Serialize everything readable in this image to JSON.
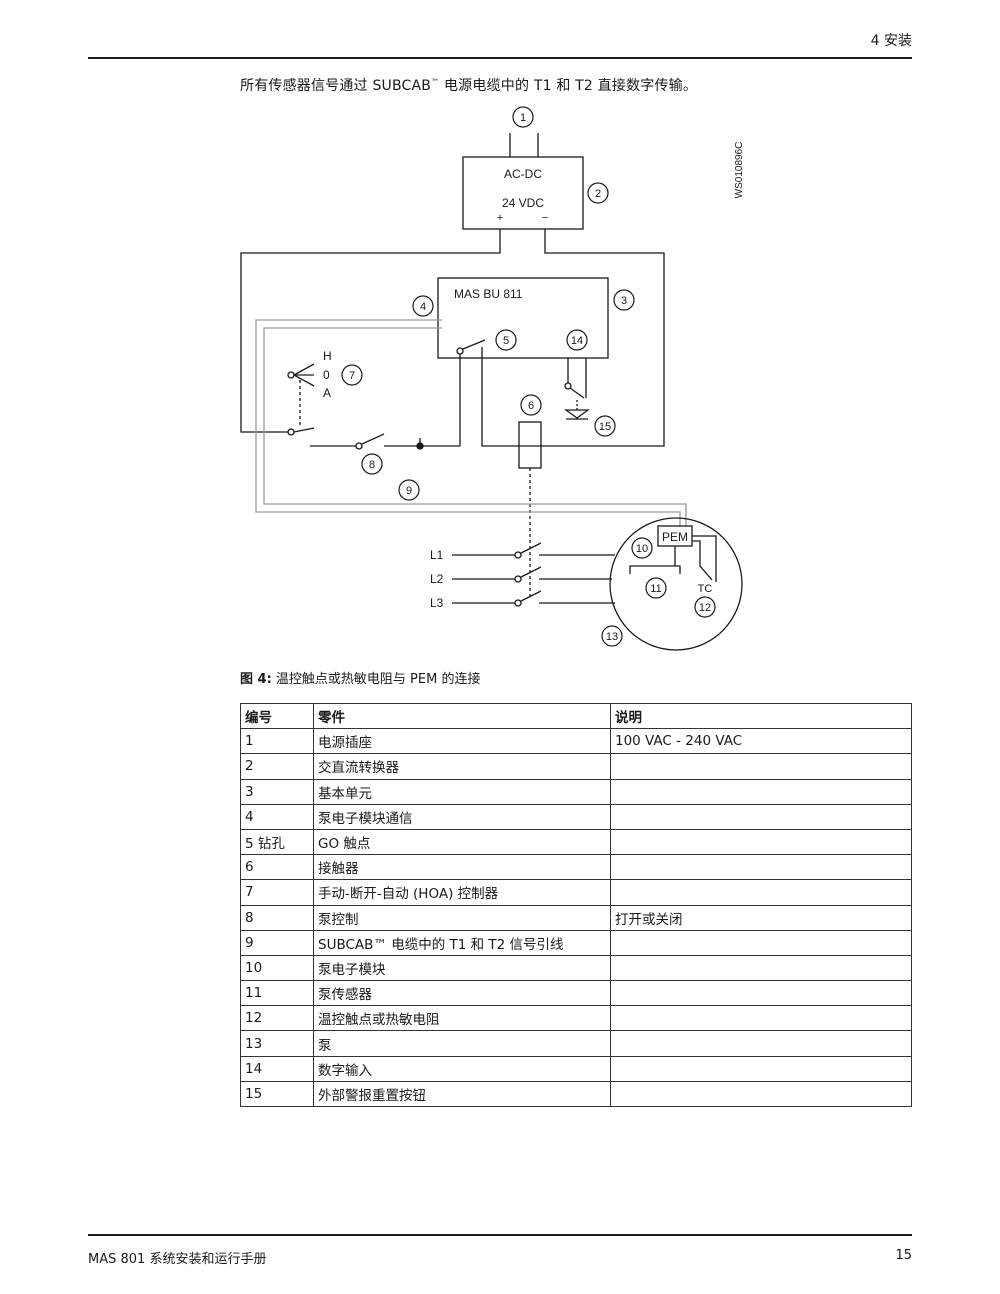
{
  "header": {
    "section": "4  安装"
  },
  "intro": {
    "text_before": "所有传感器信号通过 SUBCAB",
    "tm": "™",
    "text_after": " 电源电缆中的 T1 和 T2 直接数字传输。"
  },
  "diagram": {
    "code": "WS010896C",
    "acdc": "AC-DC",
    "vdc": "24 VDC",
    "plus": "+",
    "minus": "−",
    "controller": "MAS BU 811",
    "hoa": [
      "H",
      "0",
      "A"
    ],
    "phases": [
      "L1",
      "L2",
      "L3"
    ],
    "pem": "PEM",
    "tc": "TC",
    "callouts": [
      "1",
      "2",
      "3",
      "4",
      "5",
      "6",
      "7",
      "8",
      "9",
      "10",
      "11",
      "12",
      "13",
      "14",
      "15"
    ]
  },
  "figure_caption": {
    "prefix": "图 4:",
    "text": " 温控触点或热敏电阻与 PEM 的连接"
  },
  "table": {
    "headers": [
      "编号",
      "零件",
      "说明"
    ],
    "rows": [
      [
        "1",
        "电源插座",
        "100 VAC - 240 VAC"
      ],
      [
        "2",
        "交直流转换器",
        ""
      ],
      [
        "3",
        "基本单元",
        ""
      ],
      [
        "4",
        "泵电子模块通信",
        ""
      ],
      [
        "5 钻孔",
        "GO 触点",
        ""
      ],
      [
        "6",
        "接触器",
        ""
      ],
      [
        "7",
        "手动-断开-自动 (HOA) 控制器",
        ""
      ],
      [
        "8",
        "泵控制",
        "打开或关闭"
      ],
      [
        "9",
        "SUBCAB™ 电缆中的 T1 和 T2 信号引线",
        ""
      ],
      [
        "10",
        "泵电子模块",
        ""
      ],
      [
        "11",
        "泵传感器",
        ""
      ],
      [
        "12",
        "温控触点或热敏电阻",
        ""
      ],
      [
        "13",
        "泵",
        ""
      ],
      [
        "14",
        "数字输入",
        ""
      ],
      [
        "15",
        "外部警报重置按钮",
        ""
      ]
    ]
  },
  "footer": {
    "title": "MAS 801 系统安装和运行手册",
    "page": "15"
  }
}
